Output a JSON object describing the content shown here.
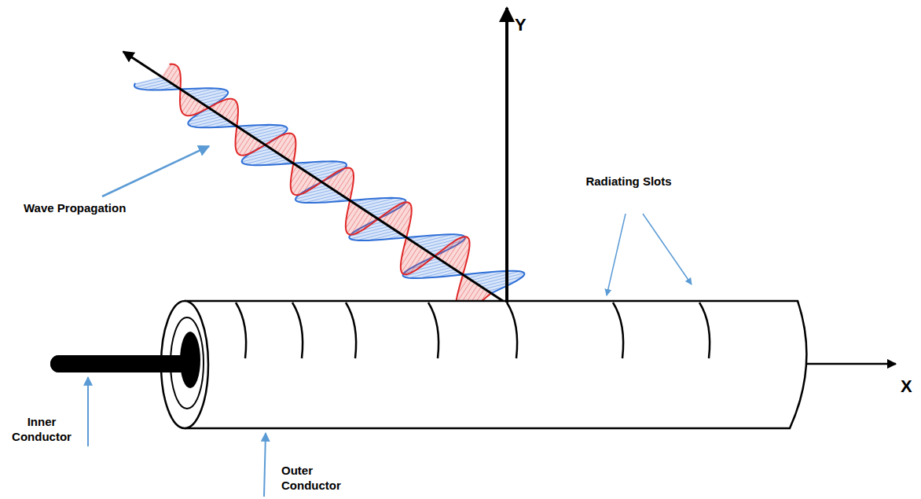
{
  "diagram": {
    "labels": [
      "Y",
      "Radiating Slots",
      "Wave Propagation",
      "X",
      "Inner Conductor",
      "Outer Conductor"
    ]
  }
}
